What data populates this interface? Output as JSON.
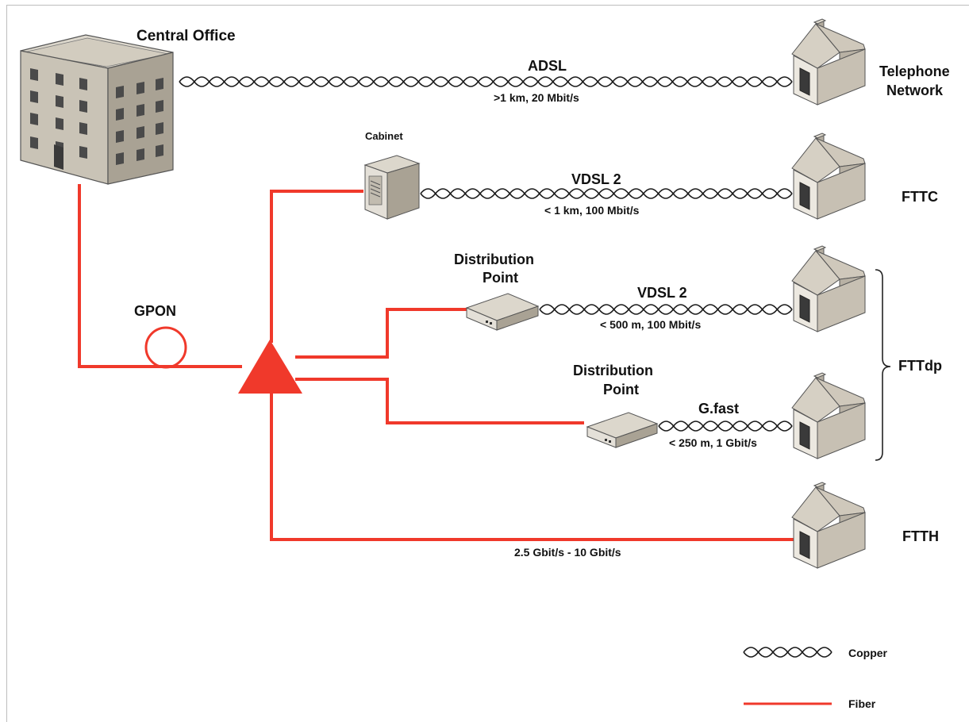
{
  "colors": {
    "fiber": "#f0392b",
    "copper": "#1a1a1a",
    "building_front": "#c9c3b6",
    "building_side": "#a59e90",
    "building_roof": "#dcd7cc",
    "window": "#4a4a4a"
  },
  "nodes": {
    "central_office": "Central Office",
    "cabinet": "Cabinet",
    "gpon": "GPON",
    "dp1_line1": "Distribution",
    "dp1_line2": "Point",
    "dp2_line1": "Distribution",
    "dp2_line2": "Point"
  },
  "links": {
    "adsl": {
      "name": "ADSL",
      "spec": ">1 km, 20 Mbit/s"
    },
    "vdsl_fttc": {
      "name": "VDSL 2",
      "spec": "< 1 km, 100 Mbit/s"
    },
    "vdsl_fttdp": {
      "name": "VDSL 2",
      "spec": "< 500 m, 100 Mbit/s"
    },
    "gfast": {
      "name": "G.fast",
      "spec": "< 250 m, 1 Gbit/s"
    },
    "ftth": {
      "spec": "2.5 Gbit/s - 10 Gbit/s"
    }
  },
  "destinations": {
    "telephone_line1": "Telephone",
    "telephone_line2": "Network",
    "fttc": "FTTC",
    "fttdp": "FTTdp",
    "ftth": "FTTH"
  },
  "legend": {
    "copper": "Copper",
    "fiber": "Fiber"
  }
}
